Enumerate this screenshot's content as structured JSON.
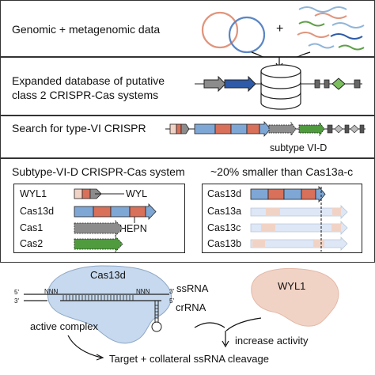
{
  "panel1": {
    "label": "Genomic + metagenomic data",
    "plus": "+"
  },
  "panel2": {
    "line1": "Expanded database of putative",
    "line2": "class 2 CRISPR-Cas systems"
  },
  "panel3": {
    "label": "Search for type-VI CRISPR",
    "subtype": "subtype VI-D"
  },
  "panel4": {
    "title": "Subtype-VI-D CRISPR-Cas system",
    "size_note": "~20% smaller than Cas13a-c",
    "operon": {
      "genes": [
        "WYL1",
        "Cas13d",
        "Cas1",
        "Cas2"
      ],
      "wyl_label": "WYL",
      "hepn_label": "HEPN"
    },
    "compare": [
      "Cas13d",
      "Cas13a",
      "Cas13c",
      "Cas13b"
    ]
  },
  "panel5": {
    "cas13d": "Cas13d",
    "ssrna": "ssRNA",
    "crrna": "crRNA",
    "nnn_left": "NNN",
    "nnn_right": "NNN",
    "five_prime_left": "5'",
    "three_prime_left": "3'",
    "three_prime_right": "3'",
    "five_prime_right": "5'",
    "active": "active complex",
    "wyl1": "WYL1",
    "increase": "increase activity",
    "target": "Target + collateral ssRNA cleavage"
  },
  "colors": {
    "gray": "#8c8c8c",
    "blue": "#7fa7d6",
    "darkblue": "#2e5aa8",
    "orange": "#d8705a",
    "green": "#4f9b3e",
    "pink": "#f1d3c6",
    "lightblue": "#dde7f5",
    "complex": "#c6d9ee"
  }
}
